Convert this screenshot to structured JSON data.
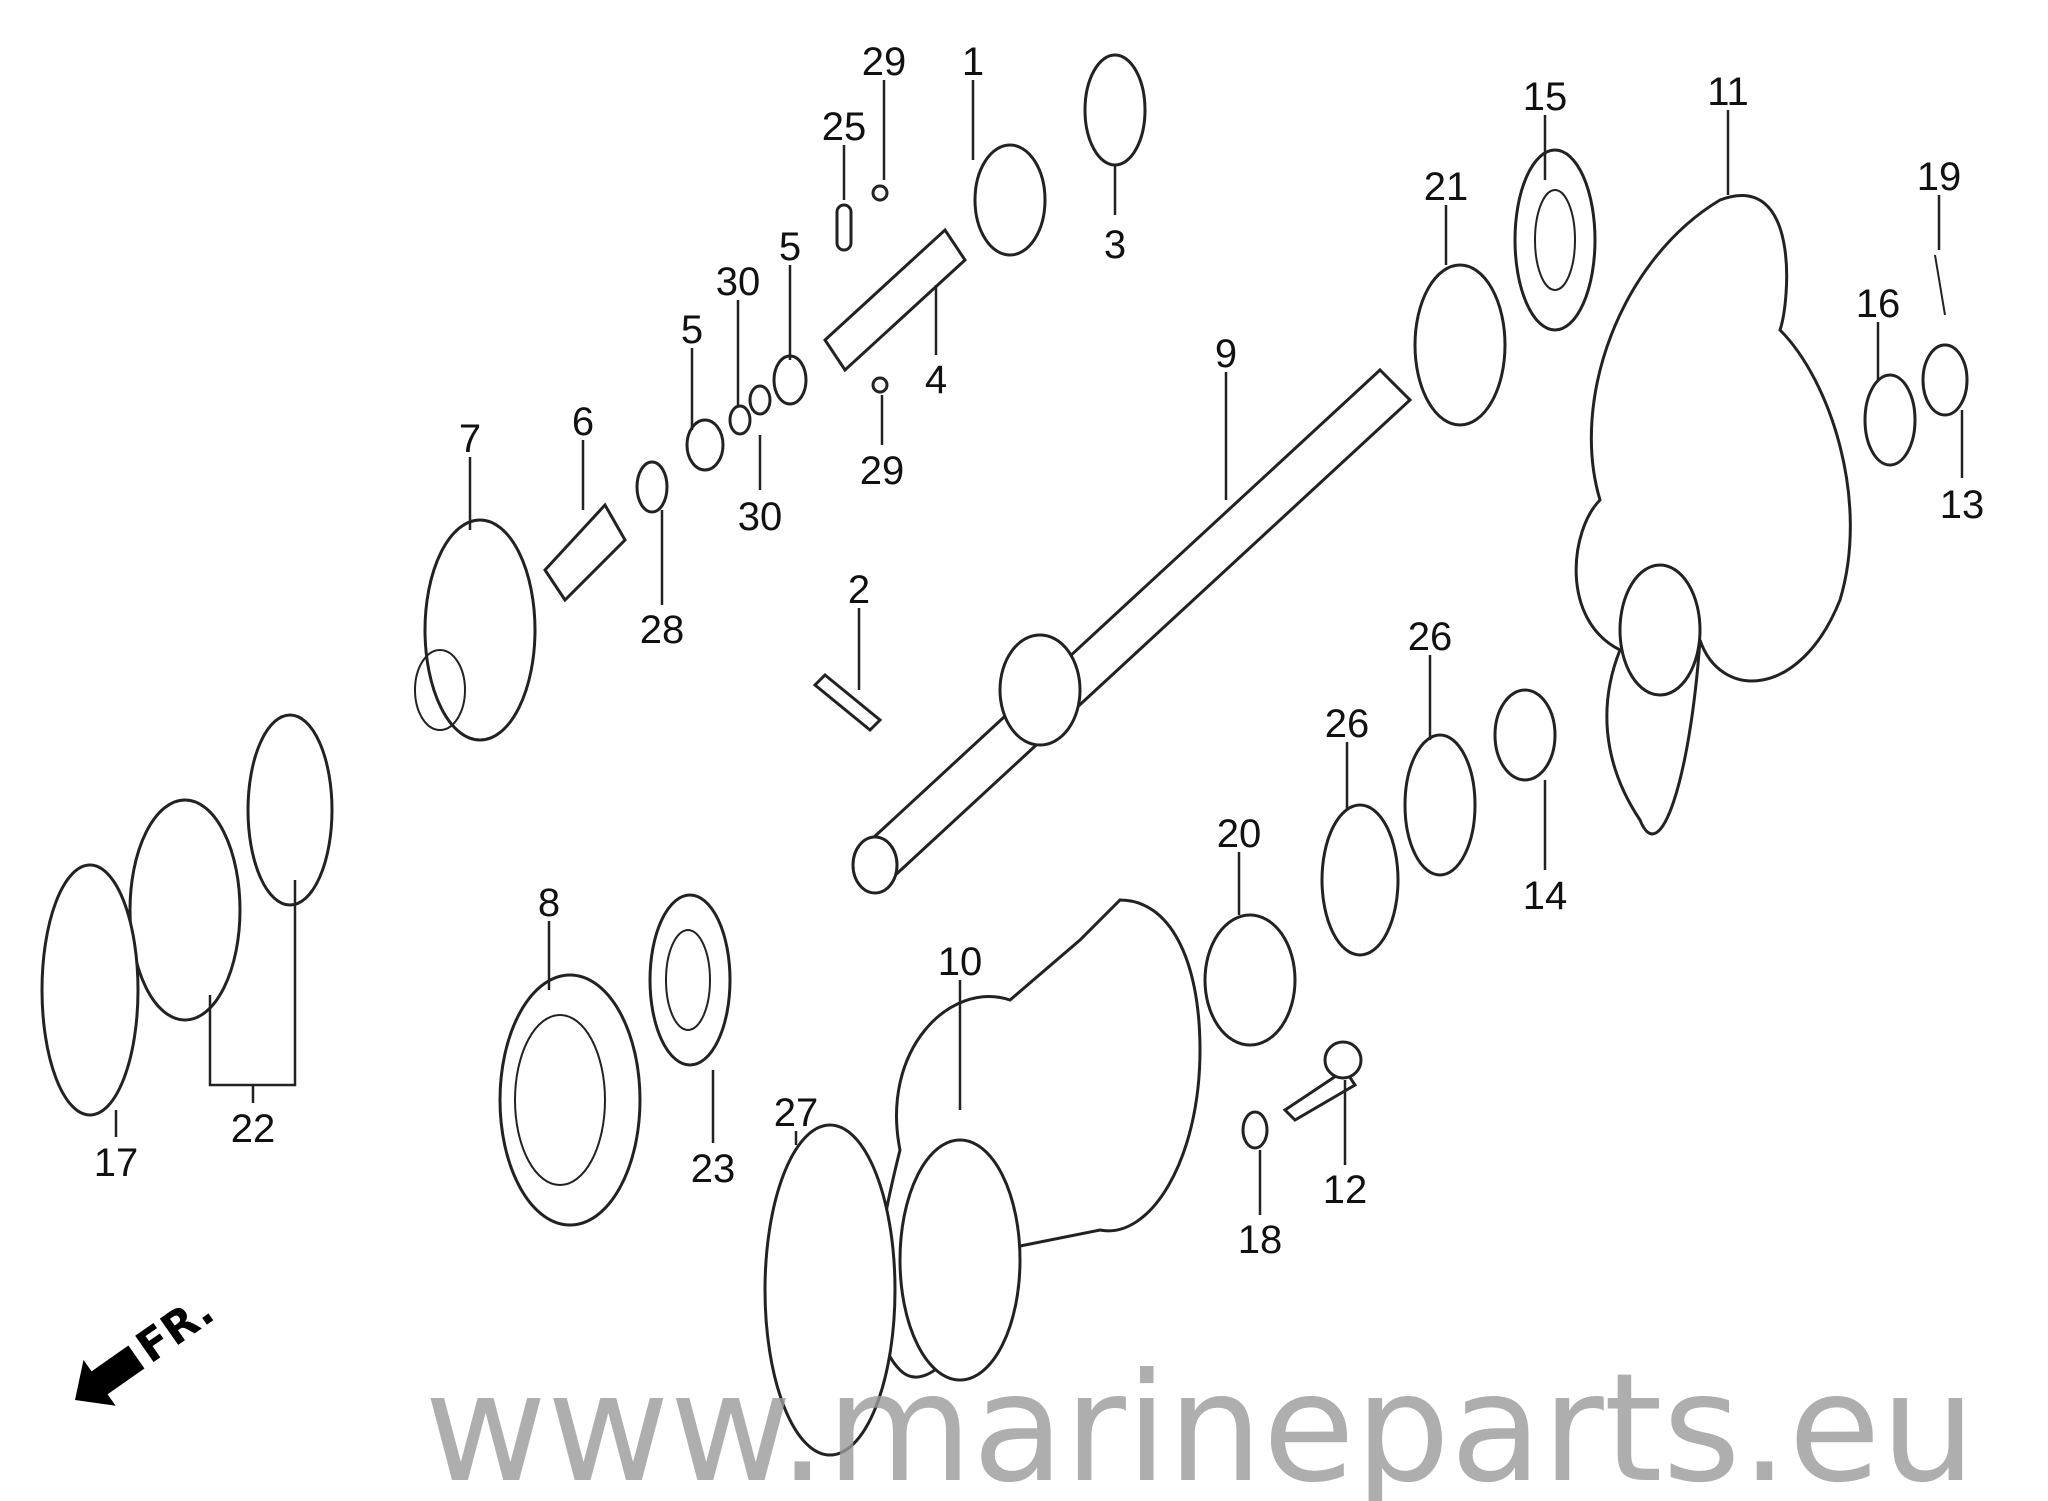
{
  "watermark": "www.marineparts.eu",
  "direction_label": "FR.",
  "callouts": [
    "29",
    "1",
    "25",
    "3",
    "15",
    "11",
    "19",
    "21",
    "30",
    "5",
    "5",
    "4",
    "9",
    "16",
    "13",
    "7",
    "6",
    "29",
    "30",
    "28",
    "2",
    "26",
    "26",
    "20",
    "14",
    "8",
    "10",
    "23",
    "27",
    "17",
    "22",
    "12",
    "18"
  ]
}
